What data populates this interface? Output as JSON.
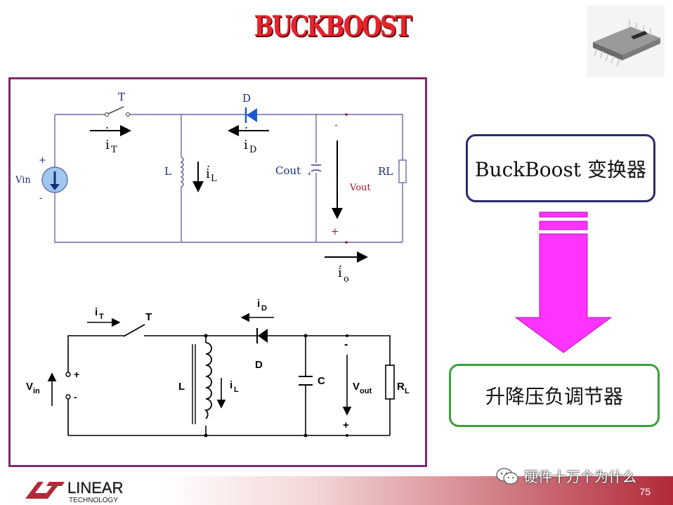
{
  "title": "BUCKBOOST",
  "top_circuit": {
    "switch": "T",
    "current_switch": "i",
    "current_switch_sub": "T",
    "diode": "D",
    "current_diode": "i",
    "current_diode_sub": "D",
    "source_label": "Vin",
    "source_plus": "+",
    "source_minus": "-",
    "inductor": "L",
    "current_inductor": "i",
    "current_inductor_sub": "L",
    "capacitor": "Cout",
    "cap_plus": "+",
    "output_minus": "-",
    "output_plus": "+",
    "output_voltage": "Vout",
    "load": "RL",
    "current_output": "i",
    "current_output_sub": "o",
    "dot": "."
  },
  "bottom_circuit": {
    "current_switch": "i",
    "current_switch_sub": "T",
    "switch": "T",
    "current_diode": "i",
    "current_diode_sub": "D",
    "diode": "D",
    "source_label": "V",
    "source_sub": "in",
    "source_plus": "+",
    "source_minus": "-",
    "inductor": "L",
    "current_inductor": "i",
    "current_inductor_sub": "L",
    "capacitor": "C",
    "output_minus": "-",
    "output_plus": "+",
    "output_voltage": "V",
    "output_sub": "out",
    "load": "R",
    "load_sub": "L"
  },
  "right_panel": {
    "top_box": "BuckBoost 变换器",
    "bottom_box": "升降压负调节器",
    "arrow_color": "#ff33ff"
  },
  "footer": {
    "brand": "LINEAR",
    "brand_sub": "TECHNOLOGY",
    "watermark": "硬件十万个为什么",
    "page": "75"
  },
  "colors": {
    "title": "#e5242c",
    "frame": "#7a2a6e",
    "wire_top": "#6a6aa8",
    "label_top": "#1a2a7a",
    "source_fill": "#9ec8ee"
  }
}
